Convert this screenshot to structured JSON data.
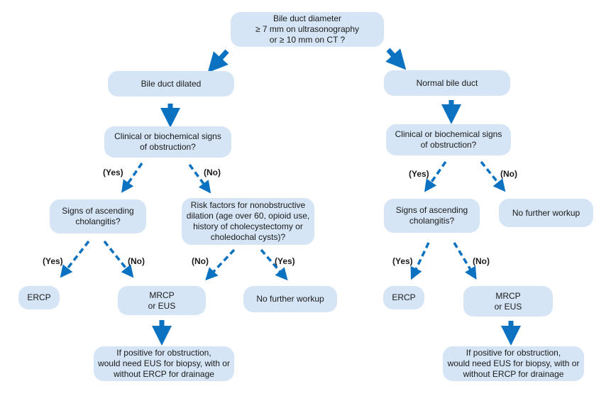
{
  "nodes": {
    "start": "Bile duct diameter\n≥ 7 mm on ultrasonography\nor ≥ 10 mm on CT ?",
    "dilated": "Bile duct dilated",
    "normal": "Normal bile duct",
    "clin_left": "Clinical or biochemical signs\nof obstruction?",
    "clin_right": "Clinical or biochemical signs\nof obstruction?",
    "asc_left": "Signs of ascending\ncholangitis?",
    "risk": "Risk factors for nonobstructive\ndilation (age over 60, opioid use,\nhistory of cholecystectomy or\ncholedochal cysts)?",
    "asc_right": "Signs of ascending\ncholangitis?",
    "nofurther_right": "No further workup",
    "ercp_left": "ERCP",
    "mrcp_left": "MRCP\nor EUS",
    "nofurther_left": "No further workup",
    "ercp_right": "ERCP",
    "mrcp_right": "MRCP\nor EUS",
    "positive_left": "If positive for obstruction,\nwould need EUS for biopsy, with or\nwithout ERCP for drainage",
    "positive_right": "If positive for obstruction,\nwould need EUS for biopsy, with or\nwithout ERCP for drainage"
  },
  "labels": {
    "yes": "(Yes)",
    "no": "(No)"
  },
  "colors": {
    "box": "#d5e5f5",
    "arrow": "#0a72c0"
  }
}
